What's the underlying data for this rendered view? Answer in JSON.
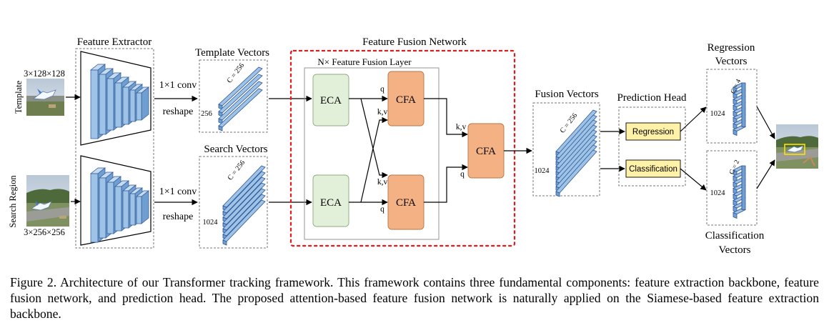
{
  "diagram": {
    "inputs": {
      "template_label": "Template",
      "template_size": "3×128×128",
      "search_label": "Search Region",
      "search_size": "3×256×256"
    },
    "extractor": {
      "title": "Feature Extractor"
    },
    "projection": {
      "conv_top": "1×1 conv",
      "reshape_top": "reshape",
      "conv_bottom": "1×1 conv",
      "reshape_bottom": "reshape"
    },
    "template_vectors": {
      "title": "Template Vectors",
      "c_label": "C = 256",
      "len_label": "256"
    },
    "search_vectors": {
      "title": "Search Vectors",
      "c_label": "C = 256",
      "len_label": "1024"
    },
    "fusion_network": {
      "title": "Feature Fusion Network",
      "layer_title": "N× Feature Fusion Layer",
      "eca_top": "ECA",
      "eca_bottom": "ECA",
      "cfa_top": "CFA",
      "cfa_bottom": "CFA",
      "cfa_final": "CFA",
      "q_top": "q",
      "kv_top": "k,v",
      "kv_bottom": "k,v",
      "q_bottom": "q",
      "kv_final": "k,v",
      "q_final": "q"
    },
    "fusion_vectors": {
      "title": "Fusion Vectors",
      "c_label": "C = 256",
      "len_label": "1024"
    },
    "prediction_head": {
      "title": "Prediction Head",
      "regression": "Regression",
      "classification": "Classification"
    },
    "regression_vectors": {
      "title_line1": "Regression",
      "title_line2": "Vectors",
      "c_label": "C = 4",
      "len_label": "1024"
    },
    "classification_vectors": {
      "title_line1": "Classification",
      "title_line2": "Vectors",
      "c_label": "C = 2",
      "len_label": "1024"
    }
  },
  "colors": {
    "eca_fill": "#e2f0d9",
    "cfa_fill": "#f4b183",
    "head_fill": "#fff2a8",
    "vector_fill": "#9dc3e6",
    "vector_stroke": "#2f5597",
    "fusion_border": "#e01b1b"
  },
  "caption": "Figure 2. Architecture of our Transformer tracking framework. This framework contains three fundamental components: feature extraction backbone, feature fusion network, and prediction head. The proposed attention-based feature fusion network is naturally applied on the Siamese-based feature extraction backbone."
}
